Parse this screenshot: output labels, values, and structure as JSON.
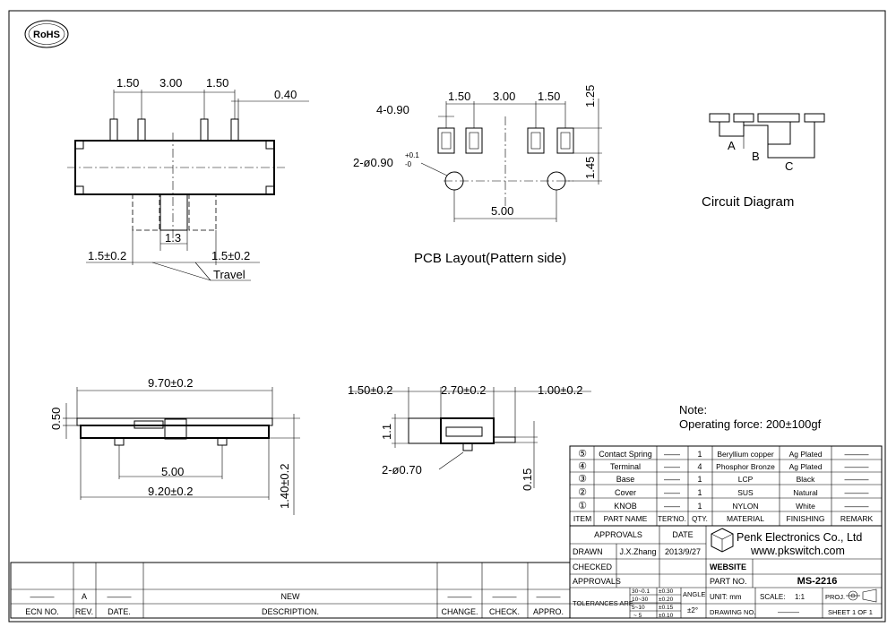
{
  "rohs": "RoHS",
  "top_view": {
    "dim_pitch_left": "1.50",
    "dim_pitch_mid": "3.00",
    "dim_pitch_right": "1.50",
    "dim_pin_width": "0.40",
    "dim_knob": "1.3",
    "dim_left_travel": "1.5±0.2",
    "dim_right_travel": "1.5±0.2",
    "travel_label": "Travel"
  },
  "pcb": {
    "dim_pad_count": "4-0.90",
    "dim_pitch_left": "1.50",
    "dim_pitch_mid": "3.00",
    "dim_pitch_right": "1.50",
    "dim_pad_height": "1.25",
    "dim_hole_offset": "1.45",
    "dim_hole_main": "2-ø0.90",
    "dim_hole_tol_upper": "+0.1",
    "dim_hole_tol_lower": "-0",
    "dim_hole_span": "5.00",
    "caption": "PCB Layout(Pattern side)"
  },
  "circuit": {
    "label_a": "A",
    "label_b": "B",
    "label_c": "C",
    "caption": "Circuit Diagram"
  },
  "front_view": {
    "dim_length": "9.70±0.2",
    "dim_height_top": "0.50",
    "dim_peg_span": "5.00",
    "dim_base_length": "9.20±0.2",
    "dim_height": "1.40±0.2"
  },
  "side_view": {
    "dim_left": "1.50±0.2",
    "dim_mid": "2.70±0.2",
    "dim_right": "1.00±0.2",
    "dim_height": "1.1",
    "dim_peg": "2-ø0.70",
    "dim_thickness": "0.15"
  },
  "note": {
    "title": "Note:",
    "text": "Operating force: 200±100gf"
  },
  "bom": {
    "rows": [
      {
        "item": "⑤",
        "part": "Contact Spring",
        "ter": "——",
        "qty": "1",
        "material": "Beryllium copper",
        "finishing": "Ag Plated",
        "remark": "———"
      },
      {
        "item": "④",
        "part": "Terminal",
        "ter": "——",
        "qty": "4",
        "material": "Phosphor Bronze",
        "finishing": "Ag Plated",
        "remark": "———"
      },
      {
        "item": "③",
        "part": "Base",
        "ter": "——",
        "qty": "1",
        "material": "LCP",
        "finishing": "Black",
        "remark": "———"
      },
      {
        "item": "②",
        "part": "Cover",
        "ter": "——",
        "qty": "1",
        "material": "SUS",
        "finishing": "Natural",
        "remark": "———"
      },
      {
        "item": "①",
        "part": "KNOB",
        "ter": "——",
        "qty": "1",
        "material": "NYLON",
        "finishing": "White",
        "remark": "———"
      }
    ],
    "headers": {
      "item": "ITEM",
      "part": "PART NAME",
      "ter": "TER'NO.",
      "qty": "QTY.",
      "material": "MATERIAL",
      "finishing": "FINISHING",
      "remark": "REMARK"
    }
  },
  "title_block": {
    "approvals_header": "APPROVALS",
    "date_header": "DATE",
    "drawn_label": "DRAWN",
    "drawn_by": "J.X.Zhang",
    "drawn_date": "2013/9/27",
    "checked_label": "CHECKED",
    "approvals_label": "APPROVALS",
    "tolerances_label": "TOLERANCES ARE",
    "tol_r1": "30~0.1",
    "tol_r1v": "±0.30",
    "tol_r2": "10~30",
    "tol_r2v": "±0.20",
    "tol_r3": "5~10",
    "tol_r3v": "±0.15",
    "tol_r4": "~ 5",
    "tol_r4v": "±0.10",
    "angle_label": "ANGLE",
    "angle_value": "±2°",
    "company": "Penk Electronics Co., Ltd",
    "website_url": "www.pkswitch.com",
    "website_label": "WEBSITE",
    "part_no_label": "PART NO.",
    "part_no": "MS-2216",
    "unit_label": "UNIT: mm",
    "scale_label": "SCALE:",
    "scale_value": "1:1",
    "proj_label": "PROJ.",
    "drawing_no_label": "DRAWING NO.",
    "drawing_no": "———",
    "sheet": "SHEET  1 OF 1"
  },
  "revision": {
    "rev_value": "A",
    "blank": "———",
    "new_label": "NEW",
    "ecn": "ECN NO.",
    "rev": "REV.",
    "date": "DATE.",
    "description": "DESCRIPTION.",
    "change": "CHANGE.",
    "check": "CHECK.",
    "appro": "APPRO."
  }
}
